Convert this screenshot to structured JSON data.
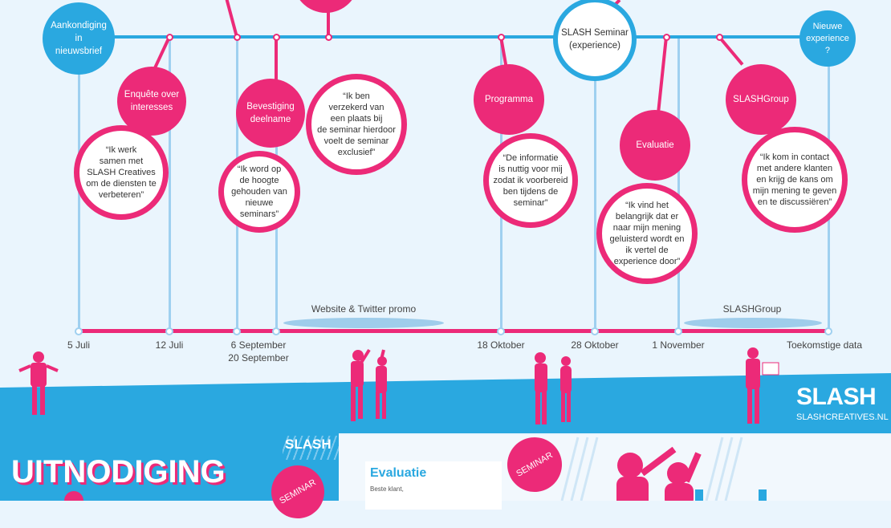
{
  "milestones": {
    "aankondiging": "Aankondiging\nin\nnieuwsbrief",
    "enquete": "Enquête over\ninteresses",
    "bevestiging": "Bevestiging\ndeelname",
    "programma": "Programma",
    "seminar": "SLASH Seminar\n(experience)",
    "evaluatie": "Evaluatie",
    "slashgroup": "SLASHGroup",
    "nieuwe": "Nieuwe\nexperience\n?"
  },
  "quotes": {
    "q1": "“Ik werk\nsamen met\nSLASH Creatives\nom de diensten te\nverbeteren”",
    "q2": "“Ik word op\nde hoogte\ngehouden van\nnieuwe\nseminars”",
    "q3": "“Ik ben\nverzekerd van\neen plaats bij\nde seminar hierdoor\nvoelt de seminar\nexclusief”",
    "q4": "“De informatie\nis nuttig voor mij\nzodat ik voorbereid\nben tijdens de\nseminar”",
    "q5": "“Ik vind het\nbelangrijk dat er\nnaar mijn mening\ngeluisterd wordt en\nik vertel de\nexperience door”",
    "q6": "“Ik kom in contact\nmet andere klanten\nen krijg de kans om\nmijn mening te geven\nen te discussiëren”"
  },
  "promos": {
    "website": "Website & Twitter promo",
    "slashgroup": "SLASHGroup"
  },
  "dates": [
    "5 Juli",
    "12 Juli",
    "6 September\n20 September",
    "18 Oktober",
    "28 Oktober",
    "1 November",
    "Toekomstige data"
  ],
  "brand": {
    "logo": "SLASH",
    "url": "SLASHCREATIVES.NL"
  },
  "bottom": {
    "uitnodiging": "UITNODIGING",
    "seminar_badge": "SEMINAR",
    "evaluatie_title": "Evaluatie",
    "evaluatie_greeting": "Beste klant,",
    "small_logo": "SLASH"
  },
  "colors": {
    "pink": "#ec2a78",
    "blue": "#2aa8e0"
  }
}
